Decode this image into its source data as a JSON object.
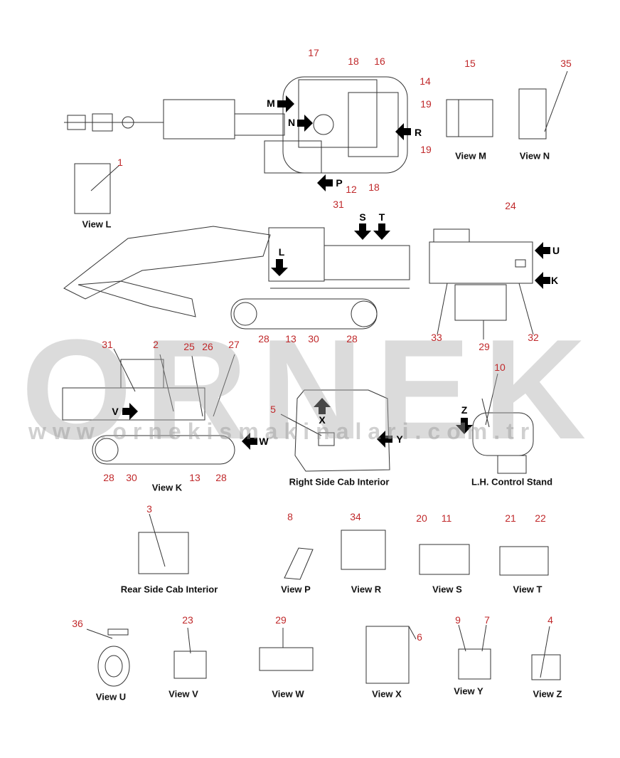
{
  "watermark": {
    "brand": "ORNEK",
    "url": "www.ornekismakinalari.com.tr"
  },
  "callouts": {
    "n1": "1",
    "n2": "2",
    "n3": "3",
    "n4": "4",
    "n5": "5",
    "n6": "6",
    "n7": "7",
    "n8": "8",
    "n9": "9",
    "n10": "10",
    "n11": "11",
    "n12": "12",
    "n13": "13",
    "n14": "14",
    "n15": "15",
    "n16": "16",
    "n17": "17",
    "n18": "18",
    "n19": "19",
    "n20": "20",
    "n21": "21",
    "n22": "22",
    "n23": "23",
    "n24": "24",
    "n25": "25",
    "n26": "26",
    "n27": "27",
    "n28": "28",
    "n29": "29",
    "n30": "30",
    "n31": "31",
    "n32": "32",
    "n33": "33",
    "n34": "34",
    "n35": "35",
    "n36": "36"
  },
  "arrow_letters": {
    "M": "M",
    "N": "N",
    "R": "R",
    "P": "P",
    "L": "L",
    "S": "S",
    "T": "T",
    "U": "U",
    "K": "K",
    "V": "V",
    "W": "W",
    "X": "X",
    "Y": "Y",
    "Z": "Z"
  },
  "captions": {
    "view_m": "View M",
    "view_n": "View N",
    "view_l": "View L",
    "view_k": "View K",
    "right_side_cab_interior": "Right Side Cab Interior",
    "lh_control_stand": "L.H. Control Stand",
    "rear_side_cab_interior": "Rear Side Cab Interior",
    "view_p": "View P",
    "view_r": "View R",
    "view_s": "View S",
    "view_t": "View T",
    "view_u": "View U",
    "view_v": "View V",
    "view_w": "View W",
    "view_x": "View X",
    "view_y": "View Y",
    "view_z": "View Z"
  },
  "colors": {
    "callout": "#c0292b",
    "line": "#333333",
    "arrow": "#000000",
    "watermark": "#aaaaaa",
    "watermark_accent": "#f2d27a"
  }
}
